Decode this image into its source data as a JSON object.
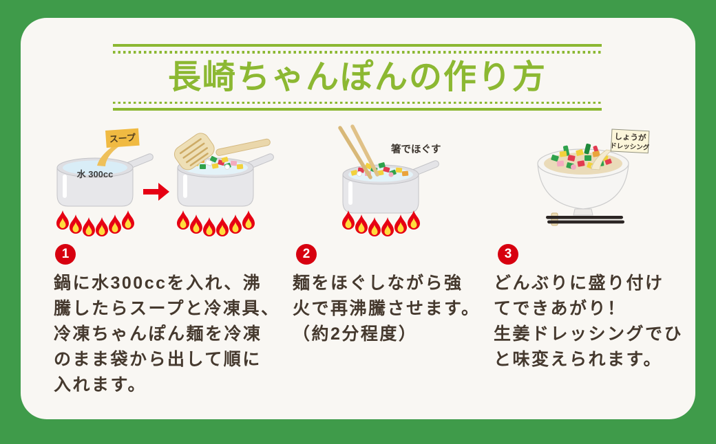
{
  "title": {
    "text": "長崎ちゃんぽんの作り方"
  },
  "steps": [
    {
      "number": "1",
      "description": "鍋に水300ccを入れ、沸\n騰したらスープと冷凍具、\n冷凍ちゃんぽん麺を冷凍\nのまま袋から出して順に\n入れます。",
      "illustration": {
        "water_label": "水 300cc",
        "soup_packet_label": "スープ"
      }
    },
    {
      "number": "2",
      "description": "麺をほぐしながら強\n火で再沸騰させます。\n（約2分程度）",
      "illustration": {
        "chopsticks_label": "箸でほぐす"
      }
    },
    {
      "number": "3",
      "description": "どんぶりに盛り付け\nてできあがり！\n生姜ドレッシングでひ\nと味変えられます。",
      "illustration": {
        "dressing_label_line1": "しょうが",
        "dressing_label_line2": "ドレッシング"
      }
    }
  ],
  "icons": [
    "pot-on-flame-icon",
    "soup-packet-icon",
    "arrow-right-icon",
    "spatula-icon",
    "cooking-chopsticks-icon",
    "noodle-bowl-icon",
    "dressing-pour-icon",
    "table-chopsticks-icon"
  ],
  "colors": {
    "frame_green": "#3f9b4a",
    "accent_green": "#8cb832",
    "step_circle_red": "#d7000f",
    "flame_red": "#e60013",
    "flame_yellow": "#ffdc3e",
    "text_brown": "#45392e",
    "card_background": "#f9f7f3"
  }
}
